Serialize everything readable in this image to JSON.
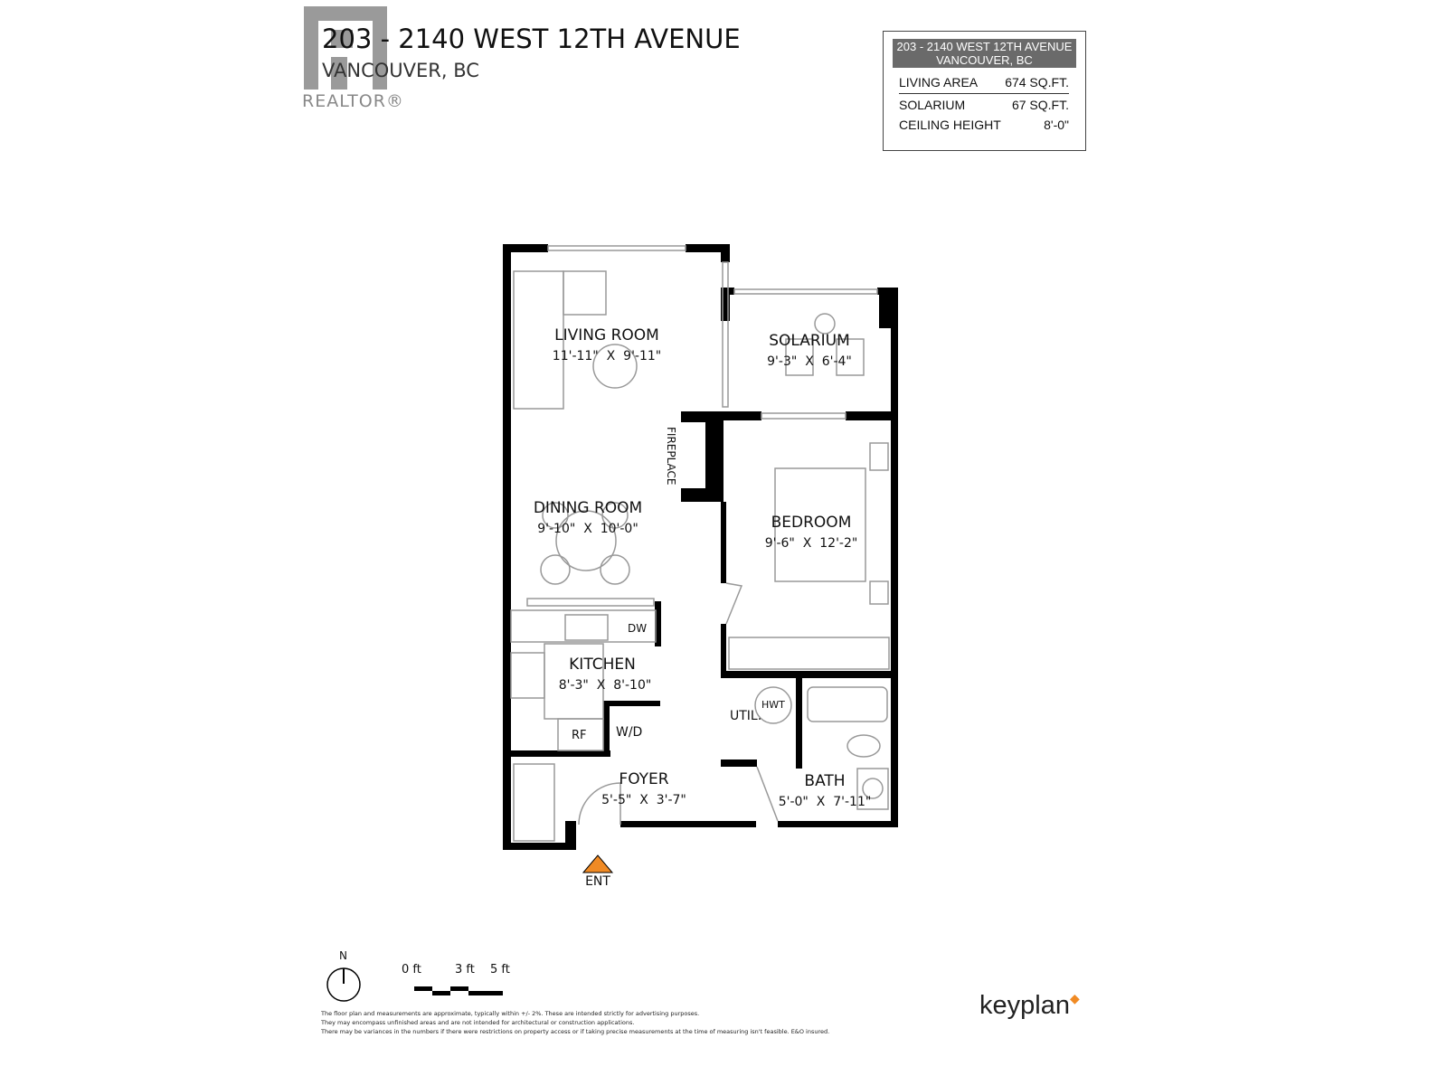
{
  "header": {
    "title": "203 - 2140 WEST 12TH AVENUE",
    "subtitle": "VANCOUVER, BC",
    "watermark_text": "REALTOR®"
  },
  "info_box": {
    "address_line1": "203 - 2140 WEST 12TH AVENUE",
    "address_line2": "VANCOUVER, BC",
    "rows": [
      {
        "label": "LIVING AREA",
        "value": "674 SQ.FT."
      },
      {
        "label": "SOLARIUM",
        "value": "67 SQ.FT."
      },
      {
        "label": "CEILING HEIGHT",
        "value": "8'-0\""
      }
    ]
  },
  "rooms": [
    {
      "name": "LIVING ROOM",
      "w": "11'-11\"",
      "x": "X",
      "h": "9'-11\""
    },
    {
      "name": "SOLARIUM",
      "w": "9'-3\"",
      "x": "X",
      "h": "6'-4\""
    },
    {
      "name": "DINING ROOM",
      "w": "9'-10\"",
      "x": "X",
      "h": "10'-0\""
    },
    {
      "name": "BEDROOM",
      "w": "9'-6\"",
      "x": "X",
      "h": "12'-2\""
    },
    {
      "name": "KITCHEN",
      "w": "8'-3\"",
      "x": "X",
      "h": "8'-10\""
    },
    {
      "name": "FOYER",
      "w": "5'-5\"",
      "x": "X",
      "h": "3'-7\""
    },
    {
      "name": "BATH",
      "w": "5'-0\"",
      "x": "X",
      "h": "7'-11\""
    }
  ],
  "fixtures": {
    "fireplace": "FIREPLACE",
    "dw": "DW",
    "rf": "RF",
    "wd": "W/D",
    "util": "UTIL.",
    "hwt": "HWT",
    "entrance": "ENT"
  },
  "colors": {
    "wall": "#000000",
    "entry_marker": "#f08a24",
    "info_header": "#6a6a6a"
  },
  "legend": {
    "north": "N",
    "scale_labels": [
      "0 ft",
      "3 ft",
      "5 ft"
    ]
  },
  "disclaimer": [
    "The floor plan and measurements are approximate, typically within +/- 2%. These are intended strictly for advertising purposes.",
    "They may encompass unfinished areas and are not intended for architectural or construction applications.",
    "There may be variances in the numbers if there were restrictions on property access or if taking precise measurements at the time of measuring isn't feasible. E&O insured."
  ],
  "brand": "keyplan"
}
